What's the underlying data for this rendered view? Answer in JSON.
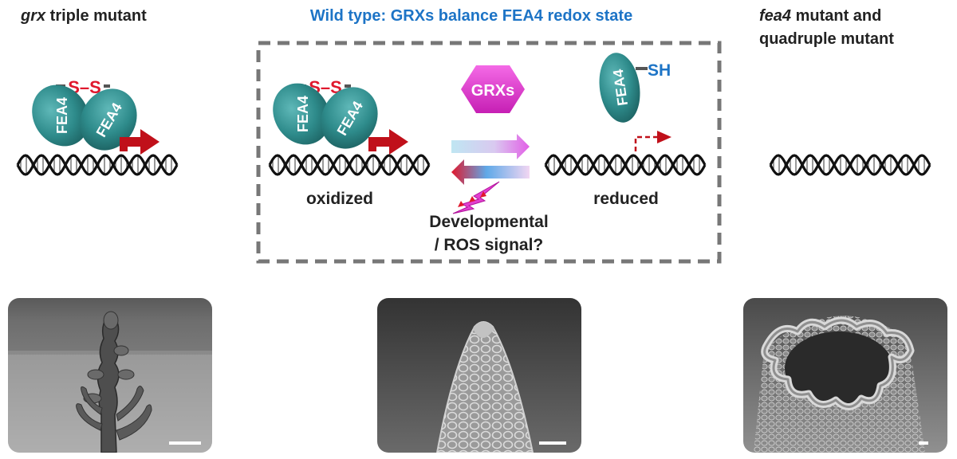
{
  "left_title": {
    "italic": "grx",
    "rest": " triple mutant"
  },
  "center_title": "Wild type: GRXs balance FEA4 redox state",
  "right_title": {
    "italic": "fea4",
    "rest_line1": " mutant and",
    "line2": "quadruple mutant"
  },
  "protein_label": "FEA4",
  "disulfide_label": "S–S",
  "thiol_label": "SH",
  "grx_label": "GRXs",
  "state_oxidized": "oxidized",
  "state_reduced": "reduced",
  "signal_line1": "Developmental",
  "signal_line2": "/ ROS signal?",
  "colors": {
    "title_blue": "#1d74c6",
    "protein_teal": "#2e8b8b",
    "disulfide_red": "#e0182d",
    "arrow_red": "#c0101a",
    "grx_magenta": "#e23fd0",
    "dashed_box": "#777777"
  }
}
